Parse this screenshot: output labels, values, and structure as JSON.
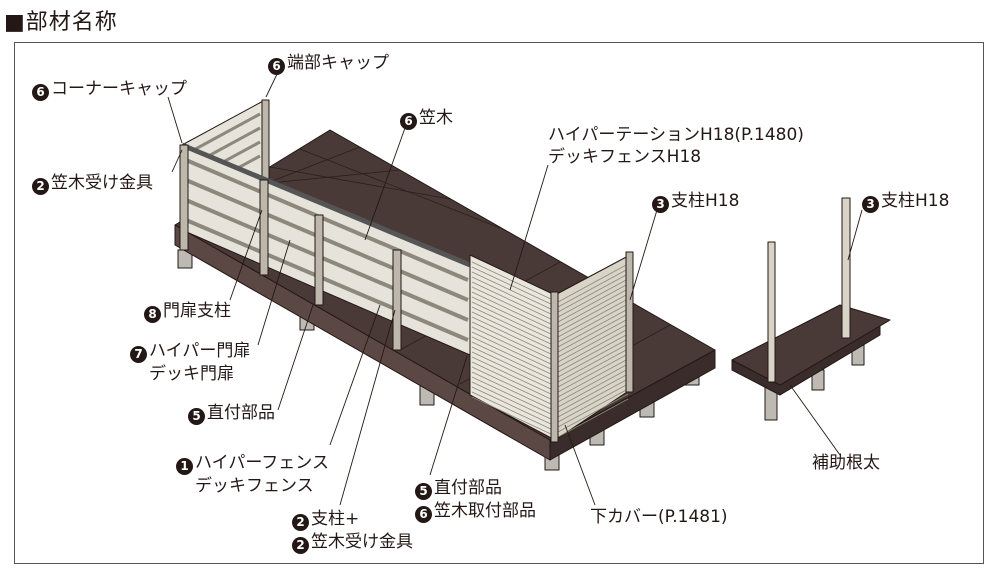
{
  "title": "■部材名称",
  "labels": {
    "end_cap": {
      "num": "6",
      "text": "端部キャップ"
    },
    "corner_cap": {
      "num": "6",
      "text": "コーナーキャップ"
    },
    "kasagi_bracket_left": {
      "num": "2",
      "text": "笠木受け金具"
    },
    "kasagi": {
      "num": "6",
      "text": "笠木"
    },
    "partition": {
      "line1": "ハイパーテーションH18(P.1480)",
      "line2": "デッキフェンスH18"
    },
    "post_main": {
      "num": "3",
      "text": "支柱H18"
    },
    "post_side": {
      "num": "3",
      "text": "支柱H18"
    },
    "gate_post": {
      "num": "8",
      "text": "門扉支柱"
    },
    "gate": {
      "num": "7",
      "line1": "ハイパー門扉",
      "line2": "デッキ門扉"
    },
    "direct_parts_left": {
      "num": "5",
      "text": "直付部品"
    },
    "fence": {
      "num": "1",
      "line1": "ハイパーフェンス",
      "line2": "デッキフェンス"
    },
    "post_plus": {
      "num": "2",
      "line1": "支柱+",
      "num2": "2",
      "line2": "笠木受け金具"
    },
    "direct_parts_right": {
      "num": "5",
      "line1": "直付部品",
      "num2": "6",
      "line2": "笠木取付部品"
    },
    "under_cover": {
      "text": "下カバー(P.1481)"
    },
    "aux_joist": {
      "text": "補助根太"
    }
  },
  "colors": {
    "deck": "#4a3a37",
    "deck_edge": "#3a2c2a",
    "fence": "#d8d4c8",
    "post": "#bdb8ab",
    "outline": "#231815"
  }
}
